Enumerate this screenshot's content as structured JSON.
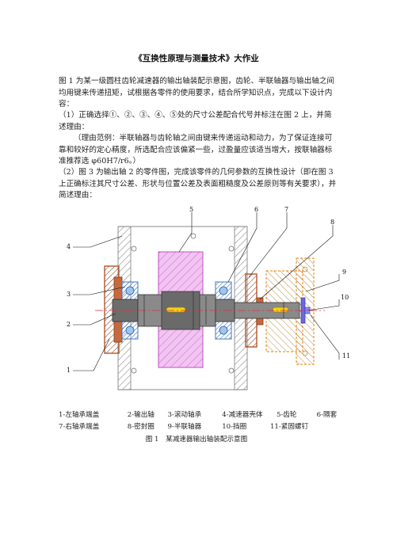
{
  "document": {
    "title": "《互换性原理与测量技术》大作业",
    "paragraphs": [
      "图 1 为某一级圆柱齿轮减速器的输出轴装配示意图，齿轮、半联轴器与输出轴之间均用键来传递扭矩，试根据各零件的使用要求，结合所学知识点，完成以下设计内容：",
      "（1）正确选择①、②、③、④、⑤处的尺寸公差配合代号并标注在图 2 上，并简述理由：",
      "（理由范例：半联轴器与齿轮轴之间由键来传递运动和动力，为了保证连接可靠和较好的定心精度，所选配合应该偏紧一些，过盈量应该适当增大，按联轴器标准推荐选 φ60H7/r6。）",
      "（2）图 3 为输出轴 2 的零件图，完成该零件的几何参数的互换性设计（即在图 3 上正确标注其尺寸公差、形状与位置公差及表面粗糙度及公差原则等有关要求），并简述理由："
    ]
  },
  "figure": {
    "callouts": [
      "1",
      "2",
      "3",
      "4",
      "5",
      "6",
      "7",
      "8",
      "9",
      "10",
      "11"
    ],
    "legend_row1": [
      "1-左轴承端盖",
      "2-输出轴",
      "3-滚动轴承",
      "4-减速器壳体",
      "5-齿轮",
      "6-隔套"
    ],
    "legend_row2": [
      "7-右轴承端盖",
      "8-密封圈",
      "9-半联轴器",
      "10-挡圈",
      "11-紧固螺钉"
    ],
    "caption": "图 1　某减速器输出轴装配示意图",
    "colors": {
      "gear": "#e48ae4",
      "housing_hatch": "#9a9a9a",
      "end_cap": "#b5552a",
      "coupling": "#f2b05a",
      "bearing": "#3a78c8",
      "shaft": "#7a7a7a",
      "key": "#f4d21a",
      "spacer": "#3fae3f",
      "centerline": "#e03030"
    }
  }
}
